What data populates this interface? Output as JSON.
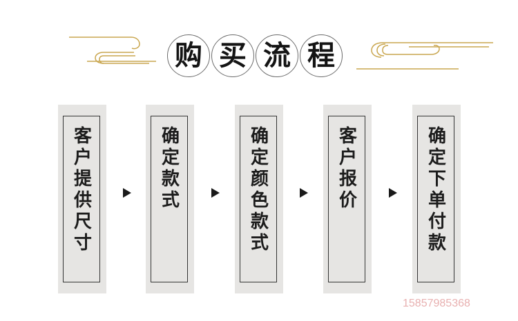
{
  "title": {
    "chars": [
      "购",
      "买",
      "流",
      "程"
    ]
  },
  "steps": [
    {
      "label": "客户提供尺寸"
    },
    {
      "label": "确定款式"
    },
    {
      "label": "确定颜色款式"
    },
    {
      "label": "客户报价"
    },
    {
      "label": "确定下单付款"
    }
  ],
  "watermark": {
    "phone": "15857985368"
  },
  "colors": {
    "gold_decoration": "#c9a64e",
    "panel_bg": "#e6e5e3",
    "watermark": "#e8b0b0"
  }
}
